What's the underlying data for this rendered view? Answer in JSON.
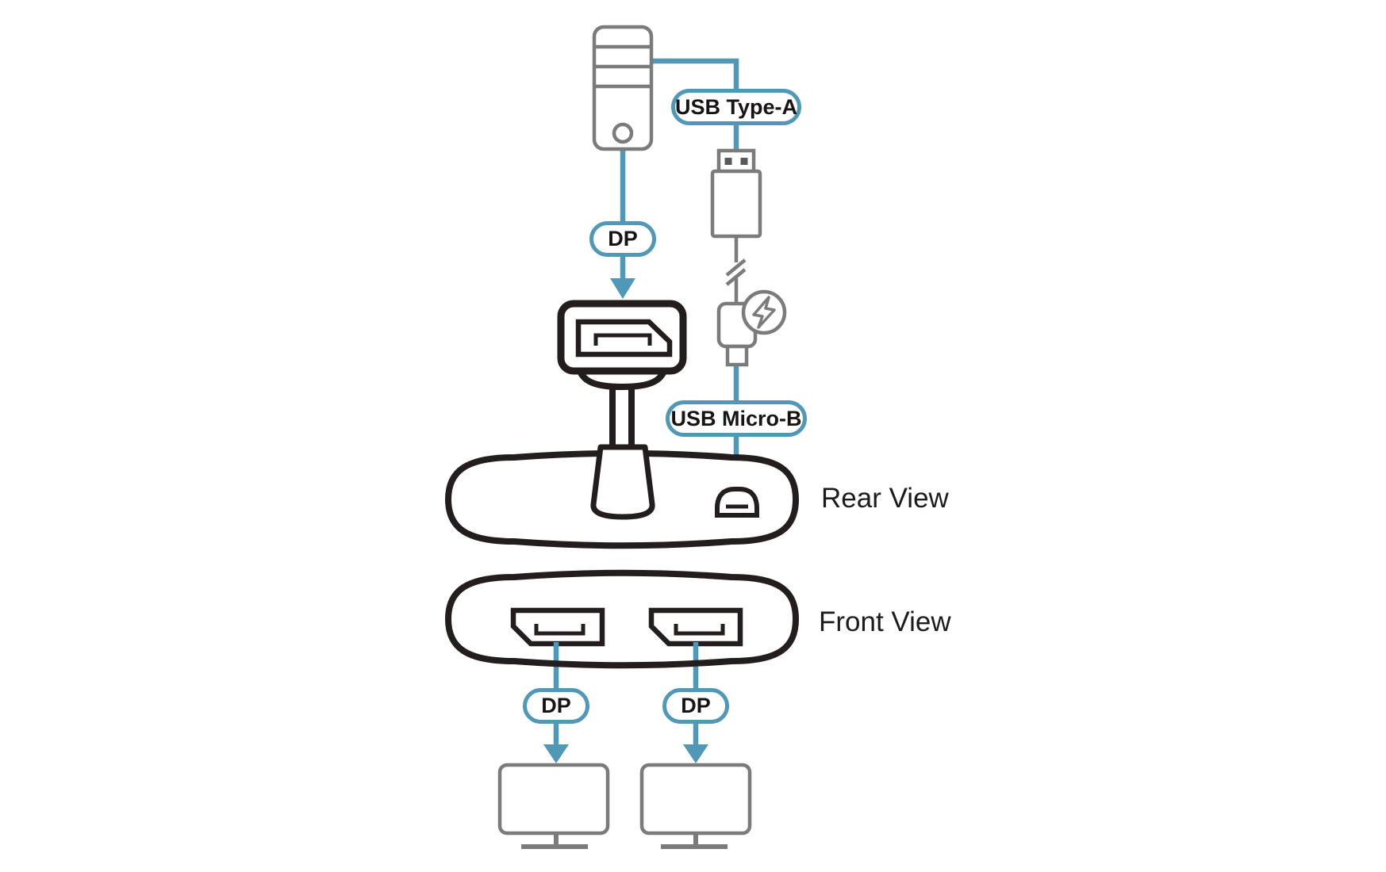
{
  "diagram": {
    "colors": {
      "accent_blue": "#4f98b8",
      "outline_black": "#241d1d",
      "device_gray": "#7b7b7b",
      "contact_gray": "#5a5a5a"
    },
    "badges": {
      "usb_type_a": "USB Type-A",
      "dp_source": "DP",
      "usb_micro_b": "USB Micro-B",
      "dp_output_left": "DP",
      "dp_output_right": "DP"
    },
    "view_labels": {
      "rear": "Rear View",
      "front": "Front View"
    },
    "icons": {
      "computer_tower": "computer-tower-icon",
      "usb_type_a_plug": "usb-type-a-plug-icon",
      "cable_break": "cable-break-icon",
      "power_bolt": "power-bolt-icon",
      "usb_micro_b_plug": "usb-micro-b-plug-icon",
      "displayport_plug": "displayport-plug-icon",
      "usb_micro_b_port": "usb-micro-b-port-icon",
      "displayport_port": "displayport-port-icon",
      "monitor": "monitor-icon"
    }
  }
}
